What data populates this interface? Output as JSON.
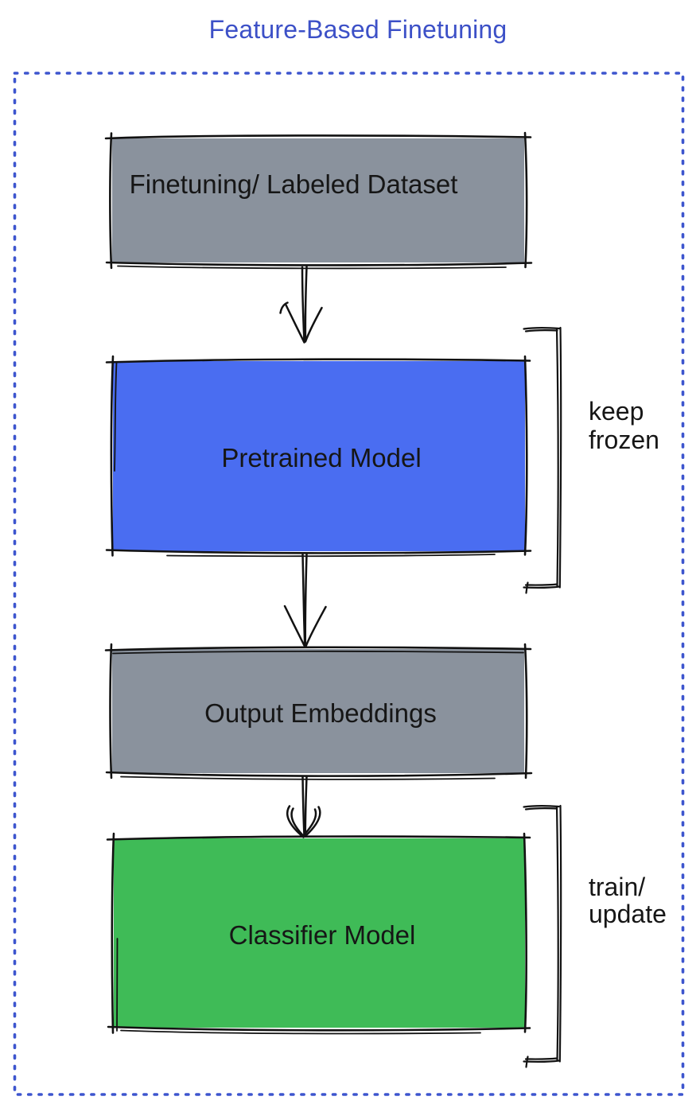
{
  "title": "Feature-Based Finetuning",
  "colors": {
    "title_text": "#3C50C7",
    "container_border": "#3D55CE",
    "box_gray": "#8A929D",
    "box_blue": "#4A6DF1",
    "box_green": "#3FBB57",
    "label_text": "#161616"
  },
  "boxes": [
    {
      "id": "finetuning-dataset",
      "label": "Finetuning/ Labeled Dataset",
      "fill": "gray"
    },
    {
      "id": "pretrained-model",
      "label": "Pretrained Model",
      "fill": "blue"
    },
    {
      "id": "output-embeddings",
      "label": "Output Embeddings",
      "fill": "gray"
    },
    {
      "id": "classifier-model",
      "label": "Classifier Model",
      "fill": "green"
    }
  ],
  "annotations": {
    "keep_frozen": {
      "line1": "keep",
      "line2": "frozen"
    },
    "train_update": {
      "line1": "train/",
      "line2": "update"
    }
  }
}
